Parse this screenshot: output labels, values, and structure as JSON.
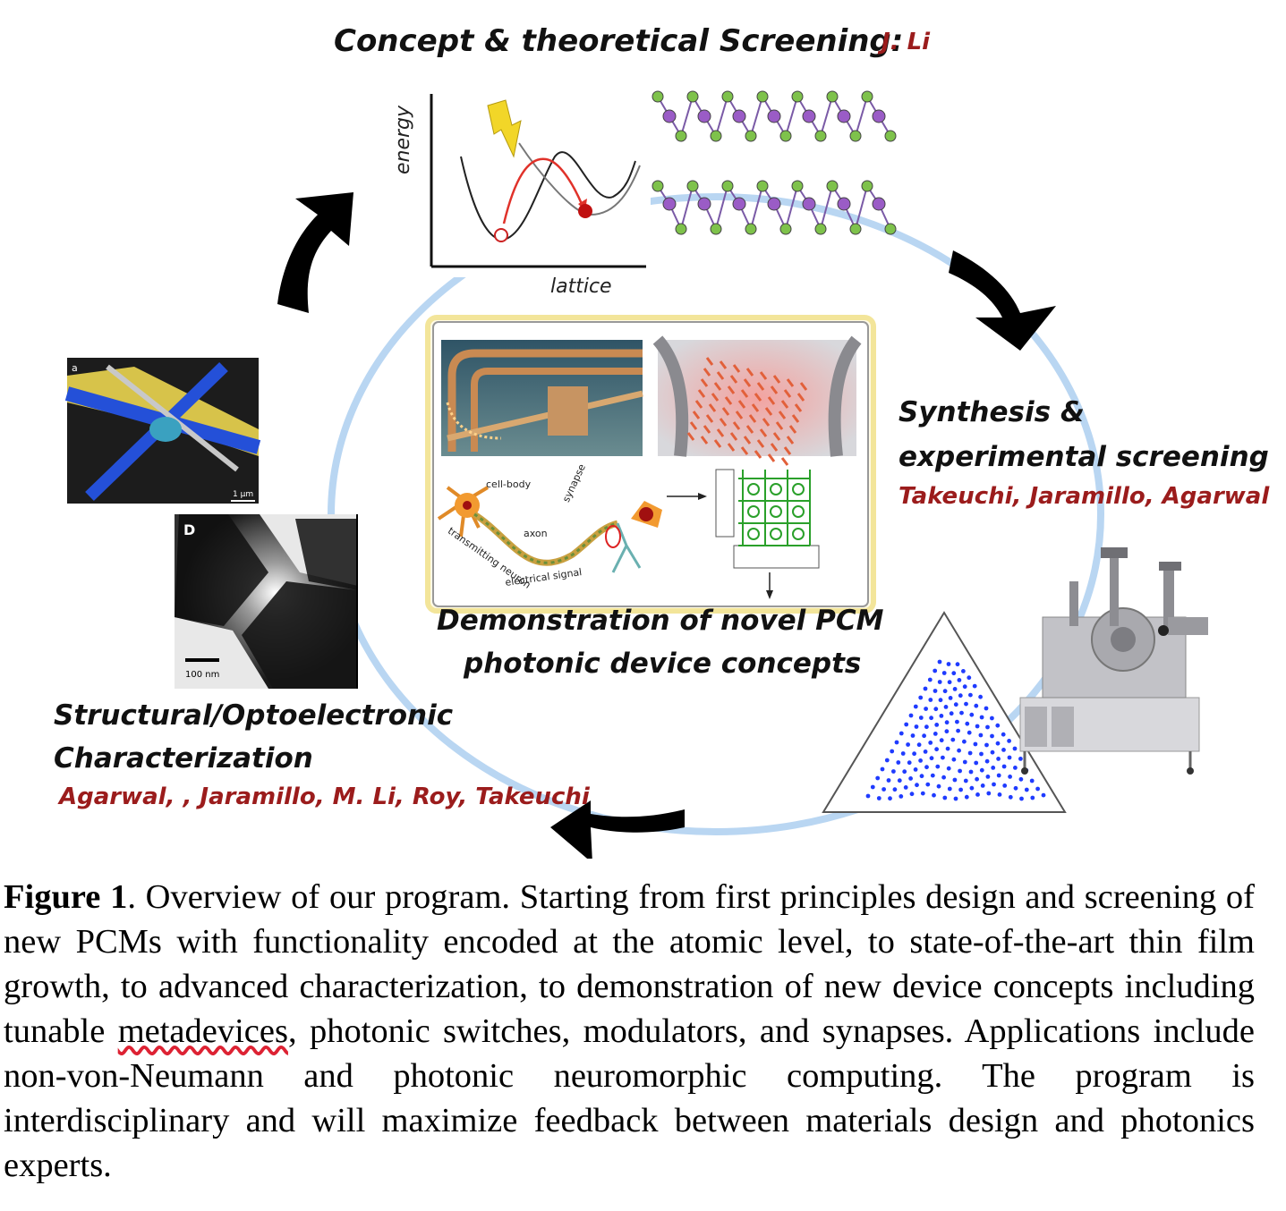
{
  "stages": {
    "concept": {
      "title": "Concept & theoretical Screening:",
      "authors": "J. Li"
    },
    "synthesis": {
      "title_line1": "Synthesis &",
      "title_line2": "experimental screening",
      "authors": "Takeuchi, Jaramillo, Agarwal"
    },
    "characterization": {
      "title_line1": "Structural/Optoelectronic",
      "title_line2": "Characterization",
      "authors": "Agarwal, , Jaramillo, M. Li, Roy, Takeuchi"
    },
    "demonstration": {
      "title_line1": "Demonstration of novel PCM",
      "title_line2": "photonic device concepts"
    }
  },
  "energy_plot": {
    "ylabel": "energy",
    "xlabel": "lattice"
  },
  "panel_labels": {
    "tem_panel": "D",
    "tem_scale": "100 nm",
    "optical_panel": "a",
    "optical_scale": "1 µm"
  },
  "neuron_labels": {
    "cell_body": "cell-body",
    "axon": "axon",
    "synapse": "synapse",
    "neuron": "transmitting neuron",
    "signal": "electrical signal"
  },
  "caption": {
    "label": "Figure 1",
    "before_link": ". Overview of our program. Starting from first principles design and screening of new PCMs with functionality encoded at the atomic level, to state-of-the-art thin film growth, to advanced characterization, to demonstration of new device concepts including tunable ",
    "flagged_word": "metadevices",
    "after_link": ", photonic switches, modulators, and synapses. Applications include non-von-Neumann and photonic neuromorphic computing. The program is interdisciplinary and will maximize feedback between materials design and photonics experts."
  },
  "colors": {
    "author_red": "#9b1c1c",
    "cycle_blue": "#b9d6f2",
    "atom_green": "#7ec24b",
    "atom_purple": "#9a5cc6",
    "dot_blue": "#1f3bff"
  }
}
